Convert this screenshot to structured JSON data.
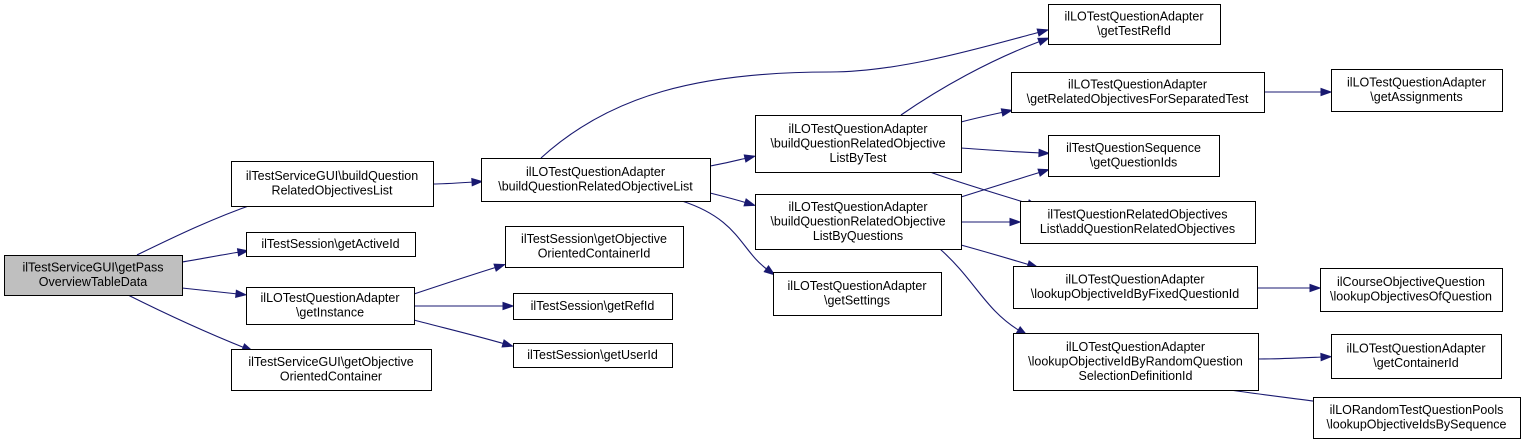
{
  "graph": {
    "nodes": [
      {
        "id": "root",
        "lines": [
          "ilTestServiceGUI\\getPass",
          "OverviewTableData"
        ],
        "root": true
      },
      {
        "id": "bqrol",
        "lines": [
          "ilTestServiceGUI\\buildQuestion",
          "RelatedObjectivesList"
        ]
      },
      {
        "id": "gaid",
        "lines": [
          "ilTestSession\\getActiveId"
        ]
      },
      {
        "id": "ginst",
        "lines": [
          "ilLOTestQuestionAdapter",
          "\\getInstance"
        ]
      },
      {
        "id": "gobjc",
        "lines": [
          "ilTestServiceGUI\\getObjective",
          "OrientedContainer"
        ]
      },
      {
        "id": "bqrl",
        "lines": [
          "ilLOTestQuestionAdapter",
          "\\buildQuestionRelatedObjectiveList"
        ]
      },
      {
        "id": "gocid",
        "lines": [
          "ilTestSession\\getObjective",
          "OrientedContainerId"
        ]
      },
      {
        "id": "gref",
        "lines": [
          "ilTestSession\\getRefId"
        ]
      },
      {
        "id": "guid",
        "lines": [
          "ilTestSession\\getUserId"
        ]
      },
      {
        "id": "blbt",
        "lines": [
          "ilLOTestQuestionAdapter",
          "\\buildQuestionRelatedObjective",
          "ListByTest"
        ]
      },
      {
        "id": "blbq",
        "lines": [
          "ilLOTestQuestionAdapter",
          "\\buildQuestionRelatedObjective",
          "ListByQuestions"
        ]
      },
      {
        "id": "gset",
        "lines": [
          "ilLOTestQuestionAdapter",
          "\\getSettings"
        ]
      },
      {
        "id": "gtri",
        "lines": [
          "ilLOTestQuestionAdapter",
          "\\getTestRefId"
        ]
      },
      {
        "id": "groft",
        "lines": [
          "ilLOTestQuestionAdapter",
          "\\getRelatedObjectivesForSeparatedTest"
        ]
      },
      {
        "id": "gqids",
        "lines": [
          "ilTestQuestionSequence",
          "\\getQuestionIds"
        ]
      },
      {
        "id": "aqro",
        "lines": [
          "ilTestQuestionRelatedObjectives",
          "List\\addQuestionRelatedObjectives"
        ]
      },
      {
        "id": "lfix",
        "lines": [
          "ilLOTestQuestionAdapter",
          "\\lookupObjectiveIdByFixedQuestionId"
        ]
      },
      {
        "id": "lrnd",
        "lines": [
          "ilLOTestQuestionAdapter",
          "\\lookupObjectiveIdByRandomQuestion",
          "SelectionDefinitionId"
        ]
      },
      {
        "id": "gasg",
        "lines": [
          "ilLOTestQuestionAdapter",
          "\\getAssignments"
        ]
      },
      {
        "id": "lobq",
        "lines": [
          "ilCourseObjectiveQuestion",
          "\\lookupObjectivesOfQuestion"
        ]
      },
      {
        "id": "gcid",
        "lines": [
          "ilLOTestQuestionAdapter",
          "\\getContainerId"
        ]
      },
      {
        "id": "lobs",
        "lines": [
          "ilLORandomTestQuestionPools",
          "\\lookupObjectiveIdsBySequence"
        ]
      }
    ],
    "edges": [
      [
        "root",
        "bqrol"
      ],
      [
        "root",
        "gaid"
      ],
      [
        "root",
        "ginst"
      ],
      [
        "root",
        "gobjc"
      ],
      [
        "bqrol",
        "bqrl"
      ],
      [
        "ginst",
        "gocid"
      ],
      [
        "ginst",
        "gref"
      ],
      [
        "ginst",
        "guid"
      ],
      [
        "bqrl",
        "gtri"
      ],
      [
        "bqrl",
        "blbt"
      ],
      [
        "bqrl",
        "blbq"
      ],
      [
        "bqrl",
        "gset"
      ],
      [
        "blbt",
        "gtri"
      ],
      [
        "blbt",
        "groft"
      ],
      [
        "blbt",
        "gqids"
      ],
      [
        "blbt",
        "aqro"
      ],
      [
        "blbq",
        "gqids"
      ],
      [
        "blbq",
        "aqro"
      ],
      [
        "blbq",
        "lfix"
      ],
      [
        "blbq",
        "lrnd"
      ],
      [
        "groft",
        "gasg"
      ],
      [
        "lfix",
        "lobq"
      ],
      [
        "lrnd",
        "gcid"
      ],
      [
        "lrnd",
        "lobs"
      ]
    ]
  }
}
